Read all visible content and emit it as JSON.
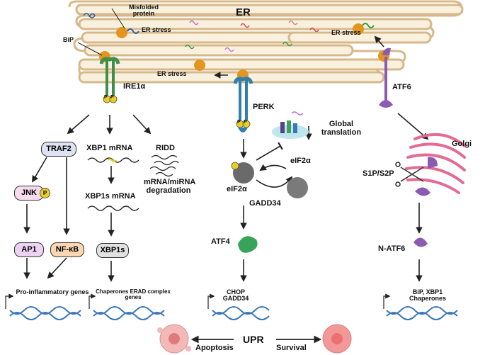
{
  "labels": {
    "er": "ER",
    "misfolded_protein": "Misfolded protein",
    "bip": "BiP",
    "er_stress_1": "ER stress",
    "er_stress_2": "ER stress",
    "er_stress_3": "ER stress",
    "ire1a": "IRE1α",
    "perk": "PERK",
    "atf6": "ATF6",
    "traf2": "TRAF2",
    "xbp1_mrna": "XBP1 mRNA",
    "ridd": "RIDD",
    "mrna_mirna_degradation": "mRNA/miRNA degradation",
    "xbp1s_mrna": "XBP1s mRNA",
    "xbp1s": "XBP1s",
    "jnk": "JNK",
    "ap1": "AP1",
    "nfkb": "NF-κB",
    "pro_inflammatory_genes": "Pro-inflammatory genes",
    "chaperones_erad": "Chaperones ERAD complex genes",
    "global_translation": "Global translation",
    "eif2a_p": "eIF2α",
    "eif2a": "eIF2α",
    "gadd34": "GADD34",
    "atf4": "ATF4",
    "chop_gadd34": "CHOP GADD34",
    "golgi": "Golgi",
    "s1p_s2p": "S1P/S2P",
    "n_atf6": "N-ATF6",
    "bip_xbp1_chaperones": "BiP, XBP1 Chaperones",
    "upr": "UPR",
    "apoptosis": "Apoptosis",
    "survival": "Survival",
    "p": "P"
  },
  "colors": {
    "er_lumen": "#f9f1de",
    "er_membrane": "#d7b88a",
    "bip": "#e3961f",
    "ire1": "#3f8f4a",
    "perk": "#2f7fae",
    "atf6": "#8a5bb0",
    "phospho": "#e9cf23",
    "traf2_fill": "#dde3f2",
    "jnk_fill": "#f6dcec",
    "ap1_fill": "#ecd2f3",
    "nfkb_fill": "#fbd6b2",
    "xbp1s_fill": "#e2e2e2",
    "dna": "#3a78b8",
    "atf4": "#3aa35a",
    "eif2a": "#666666",
    "golgi": "#e46b93",
    "cell_pink": "#f0a6a6"
  }
}
